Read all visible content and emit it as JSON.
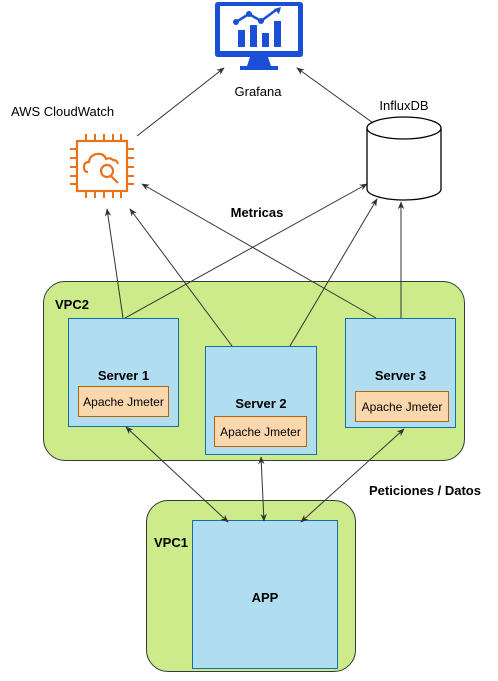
{
  "labels": {
    "grafana": "Grafana",
    "cloudwatch": "AWS CloudWatch",
    "influxdb": "InfluxDB",
    "metricas": "Metricas",
    "peticiones": "Peticiones / Datos"
  },
  "vpc2": {
    "label": "VPC2"
  },
  "vpc1": {
    "label": "VPC1",
    "app": "APP"
  },
  "servers": [
    {
      "title": "Server 1",
      "tool": "Apache Jmeter"
    },
    {
      "title": "Server 2",
      "tool": "Apache Jmeter"
    },
    {
      "title": "Server 3",
      "tool": "Apache Jmeter"
    }
  ],
  "colors": {
    "vpc_fill": "#cdeb8b",
    "server_fill": "#b1ddf0",
    "tool_fill": "#fad7ac",
    "grafana_icon": "#1a4fd6",
    "cloudwatch_icon": "#e8731a"
  },
  "icons": [
    "monitor-chart-icon",
    "cloudwatch-chip-icon",
    "database-cylinder-icon"
  ]
}
